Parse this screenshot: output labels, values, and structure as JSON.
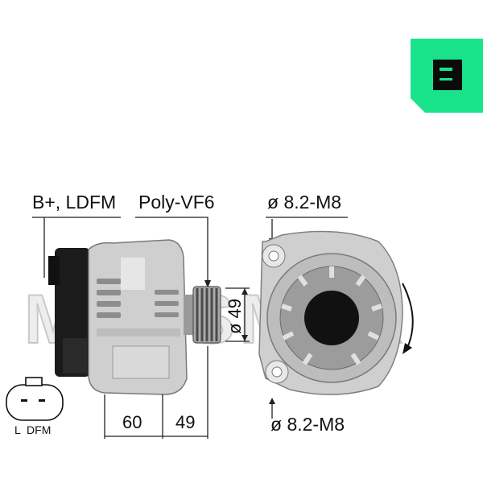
{
  "brand": {
    "logo_letter": "e",
    "accent_color": "#19e38a",
    "watermark_text": "MESSMER"
  },
  "labels": {
    "terminals": "B+, LDFM",
    "pulley": "Poly-VF6",
    "thread_top": "ø 8.2-M8",
    "thread_bottom": "ø 8.2-M8",
    "pulley_diameter": "ø 49"
  },
  "dimensions": {
    "length_left": "60",
    "length_right": "49"
  },
  "connector": {
    "pins": "L  DFM"
  },
  "icons": {
    "logo": "brand-e-logo-icon",
    "rotation": "rotation-arrow-icon",
    "connector": "plug-connector-icon"
  }
}
